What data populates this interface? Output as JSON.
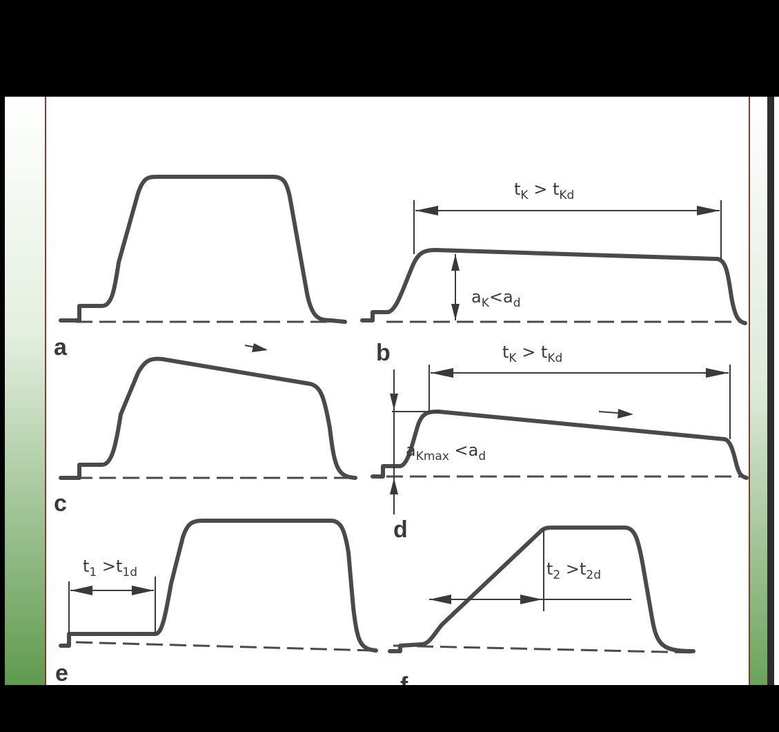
{
  "panels": [
    {
      "letter": "a"
    },
    {
      "letter": "b",
      "annotations": {
        "duration": "t_K > t_Kd",
        "amplitude": "a_K < a_d"
      }
    },
    {
      "letter": "c"
    },
    {
      "letter": "d",
      "annotations": {
        "duration": "t_K > t_Kd",
        "amplitude": "a_Kmax < a_d"
      }
    },
    {
      "letter": "e",
      "annotations": {
        "duration": "t_1 > t_1d"
      }
    },
    {
      "letter": "f",
      "annotations": {
        "duration": "t_2 > t_2d"
      }
    }
  ],
  "colors": {
    "frame_bg": "#000000",
    "paper": "#ffffff",
    "green_margin": "#6fa15d",
    "ink": "#3a3a3a",
    "frame_line": "#8b3a2a"
  }
}
